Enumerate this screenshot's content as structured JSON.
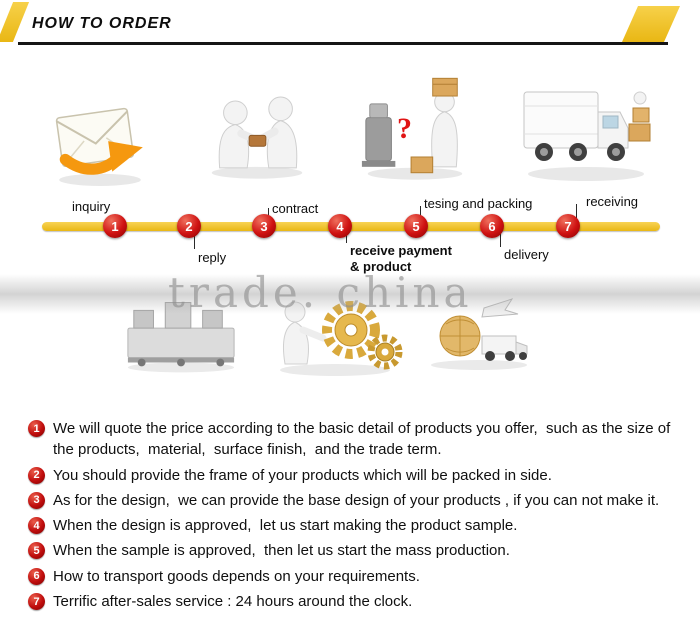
{
  "header": {
    "title": "HOW TO ORDER"
  },
  "watermark": {
    "text": "trade. china"
  },
  "colors": {
    "gold": "#ecbb1c",
    "red": "#c00d0d",
    "orange_arrow": "#f5980f",
    "watermark_gray": "#8f8f8f"
  },
  "icons": {
    "step1": "envelope-arrow-icon",
    "step3": "handshake-figures-icon",
    "step5": "packing-figures-icon",
    "step5_question_mark": "?",
    "step7": "delivery-truck-icon",
    "below_a": "production-line-image",
    "below_b": "gears-worker-image",
    "below_c": "globe-plane-truck-image"
  },
  "timeline": {
    "steps": [
      {
        "num": "1",
        "label": "inquiry"
      },
      {
        "num": "2",
        "label": "reply"
      },
      {
        "num": "3",
        "label": "contract"
      },
      {
        "num": "4",
        "label": "receive payment\n& product"
      },
      {
        "num": "5",
        "label": "tesing and packing"
      },
      {
        "num": "6",
        "label": "delivery"
      },
      {
        "num": "7",
        "label": "receiving"
      }
    ]
  },
  "notes": [
    {
      "num": "1",
      "text": "We will quote the price according to the basic detail of products you offer,  such as the size of the products,  material,  surface finish,  and the trade term."
    },
    {
      "num": "2",
      "text": "You should provide the frame of your products which will be packed in side."
    },
    {
      "num": "3",
      "text": "As for the design,  we can provide the base design of your products , if you can not make it."
    },
    {
      "num": "4",
      "text": "When the design is approved,  let us start making the product sample."
    },
    {
      "num": "5",
      "text": "When the sample is approved,  then let us start the mass production."
    },
    {
      "num": "6",
      "text": "How to transport goods depends on your requirements."
    },
    {
      "num": "7",
      "text": "Terrific after-sales service : 24 hours around the clock."
    }
  ]
}
